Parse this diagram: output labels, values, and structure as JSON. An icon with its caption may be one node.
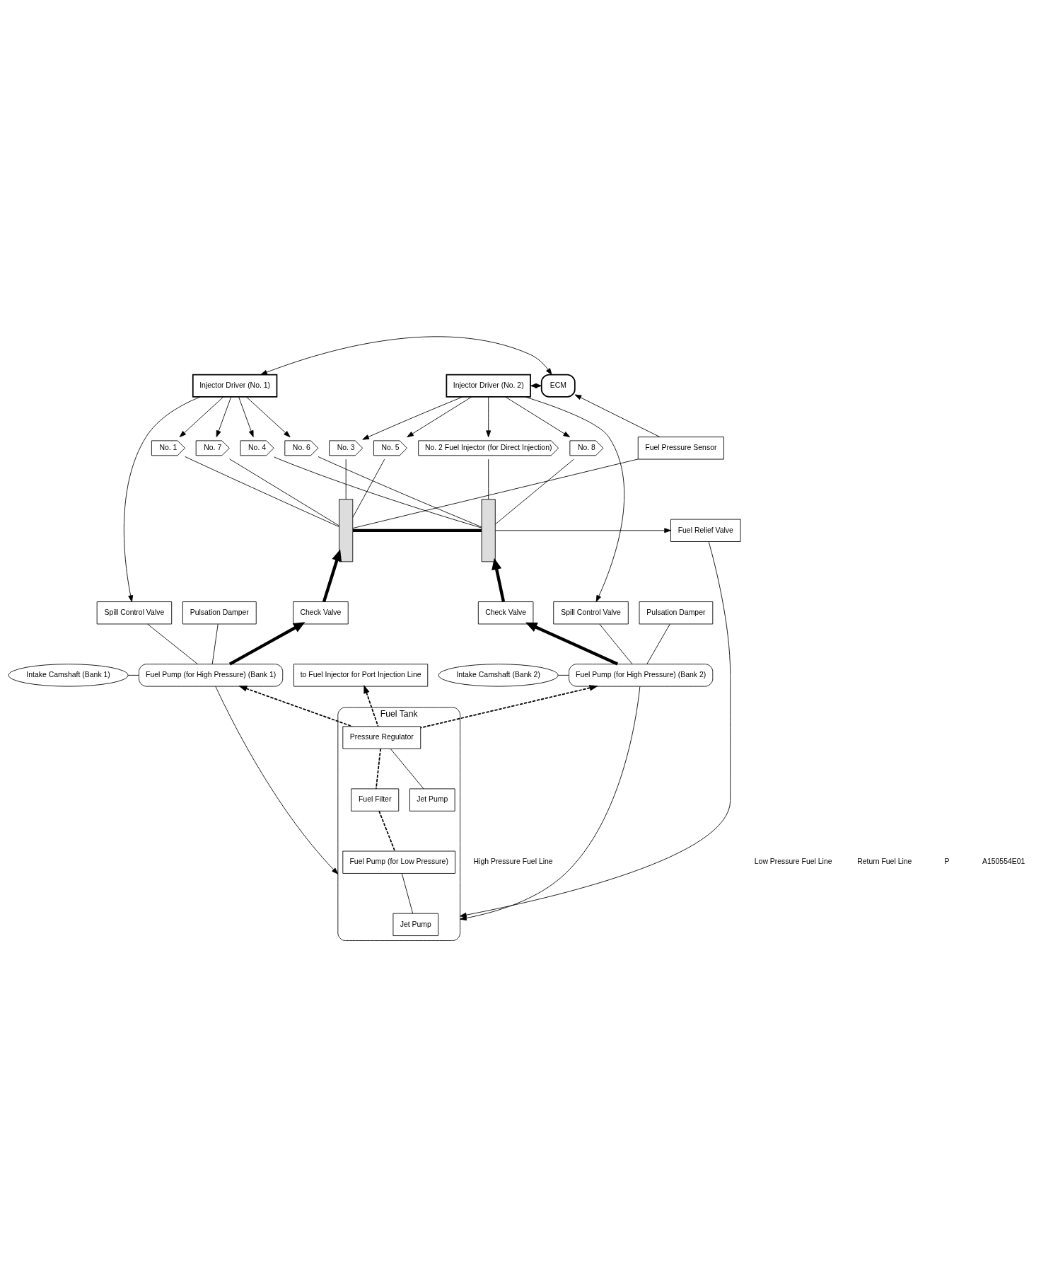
{
  "diagram": {
    "nodes": [
      {
        "text": [
          "ECM"
        ]
      },
      {
        "text": [
          "Injector Driver (No. 1)"
        ]
      },
      {
        "text": [
          "Injector Driver (No. 2)"
        ]
      },
      {
        "text": [
          "No. 1"
        ]
      },
      {
        "text": [
          "No. 3"
        ]
      },
      {
        "text": [
          "No. 5"
        ]
      },
      {
        "text": [
          "No. 7"
        ]
      },
      {
        "text": [
          "No. 2 Fuel Injector (for Direct Injection)"
        ]
      },
      {
        "text": [
          "No. 4"
        ]
      },
      {
        "text": [
          "No. 6"
        ]
      },
      {
        "text": [
          "No. 8"
        ]
      },
      {
        "text": [
          "Fuel Pressure Sensor"
        ]
      },
      {
        "text": [],
        "shape": "bar"
      },
      {
        "text": [],
        "shape": "bar"
      },
      {
        "text": [
          "Fuel Relief Valve"
        ]
      },
      {
        "text": [
          "Pulsation Damper"
        ]
      },
      {
        "text": [
          "Spill Control Valve"
        ]
      },
      {
        "text": [
          "Pulsation Damper"
        ]
      },
      {
        "text": [
          "Spill Control Valve"
        ]
      },
      {
        "text": [
          "Check Valve"
        ]
      },
      {
        "text": [
          "Check Valve"
        ]
      },
      {
        "text": [
          "Fuel Pump (for High Pressure) (Bank 1)"
        ]
      },
      {
        "text": [
          "Intake Camshaft (Bank 1)"
        ]
      },
      {
        "text": [
          "Fuel Pump (for High Pressure) (Bank 2)"
        ]
      },
      {
        "text": [
          "Intake Camshaft (Bank 2)"
        ]
      },
      {
        "text": [
          "to Fuel Injector for Port Injection Line"
        ]
      },
      {
        "text": [
          "Fuel Tank"
        ]
      },
      {
        "text": [
          "Pressure Regulator"
        ],
        "in": 26
      },
      {
        "text": [
          "Fuel Filter"
        ],
        "in": 26
      },
      {
        "text": [
          "Fuel Pump (for Low Pressure)"
        ],
        "in": 26
      },
      {
        "text": [
          "Jet Pump"
        ],
        "in": 26
      },
      {
        "text": [
          "Jet Pump"
        ],
        "in": 26
      }
    ],
    "edges": [
      {
        "from": 1,
        "to": 0,
        "arrow": "both"
      },
      {
        "from": 2,
        "to": 0,
        "arrow": "both"
      },
      {
        "from": 1,
        "to": 3,
        "arrow": "to"
      },
      {
        "from": 1,
        "to": 6,
        "arrow": "to"
      },
      {
        "from": 1,
        "to": 16,
        "arrow": "to"
      },
      {
        "from": 1,
        "to": 8,
        "arrow": "to"
      },
      {
        "from": 1,
        "to": 9,
        "arrow": "to"
      },
      {
        "from": 2,
        "to": 4,
        "arrow": "to"
      },
      {
        "from": 2,
        "to": 5,
        "arrow": "to"
      },
      {
        "from": 2,
        "to": 7,
        "arrow": "to"
      },
      {
        "from": 2,
        "to": 10,
        "arrow": "to"
      },
      {
        "from": 2,
        "to": 18,
        "arrow": "to"
      },
      {
        "from": 11,
        "to": 0,
        "arrow": "to"
      },
      {
        "from": 12,
        "to": 3,
        "arrow": "none"
      },
      {
        "from": 12,
        "to": 4,
        "arrow": "none"
      },
      {
        "from": 12,
        "to": 5,
        "arrow": "none"
      },
      {
        "from": 12,
        "to": 6,
        "arrow": "none"
      },
      {
        "from": 12,
        "to": 11,
        "arrow": "none"
      },
      {
        "from": 13,
        "to": 7,
        "arrow": "none"
      },
      {
        "from": 13,
        "to": 8,
        "arrow": "none"
      },
      {
        "from": 13,
        "to": 9,
        "arrow": "none"
      },
      {
        "from": 13,
        "to": 10,
        "arrow": "none"
      },
      {
        "from": 12,
        "to": 13,
        "arrow": "none",
        "style": "thick"
      },
      {
        "from": 21,
        "to": 19,
        "arrow": "to",
        "style": "thick"
      },
      {
        "from": 19,
        "to": 12,
        "arrow": "to",
        "style": "thick"
      },
      {
        "from": 23,
        "to": 20,
        "arrow": "to",
        "style": "thick"
      },
      {
        "from": 20,
        "to": 13,
        "arrow": "to",
        "style": "thick"
      },
      {
        "from": 13,
        "to": 14,
        "arrow": "to"
      },
      {
        "from": 14,
        "to": 26,
        "arrow": "to"
      },
      {
        "from": 16,
        "to": 21,
        "arrow": "none"
      },
      {
        "from": 18,
        "to": 23,
        "arrow": "none"
      },
      {
        "from": 15,
        "to": 21,
        "arrow": "none"
      },
      {
        "from": 17,
        "to": 23,
        "arrow": "none"
      },
      {
        "from": 22,
        "to": 21,
        "arrow": "none"
      },
      {
        "from": 24,
        "to": 23,
        "arrow": "none"
      },
      {
        "from": 29,
        "to": 28,
        "arrow": "none",
        "style": "dashed"
      },
      {
        "from": 28,
        "to": 27,
        "arrow": "none",
        "style": "dashed"
      },
      {
        "from": 27,
        "to": 21,
        "arrow": "to",
        "style": "dashed"
      },
      {
        "from": 27,
        "to": 23,
        "arrow": "to",
        "style": "dashed"
      },
      {
        "from": 27,
        "to": 25,
        "arrow": "to",
        "style": "dashed"
      },
      {
        "from": 21,
        "to": 26,
        "arrow": "to"
      },
      {
        "from": 23,
        "to": 26,
        "arrow": "to"
      },
      {
        "from": 27,
        "to": 30,
        "arrow": "none"
      },
      {
        "from": 29,
        "to": 31,
        "arrow": "none"
      }
    ],
    "labels": [
      "P",
      "A150554E01"
    ],
    "legend": [
      {
        "text": "High Pressure Fuel Line"
      },
      {
        "text": "Low Pressure Fuel Line"
      },
      {
        "text": "Return Fuel Line"
      }
    ]
  }
}
